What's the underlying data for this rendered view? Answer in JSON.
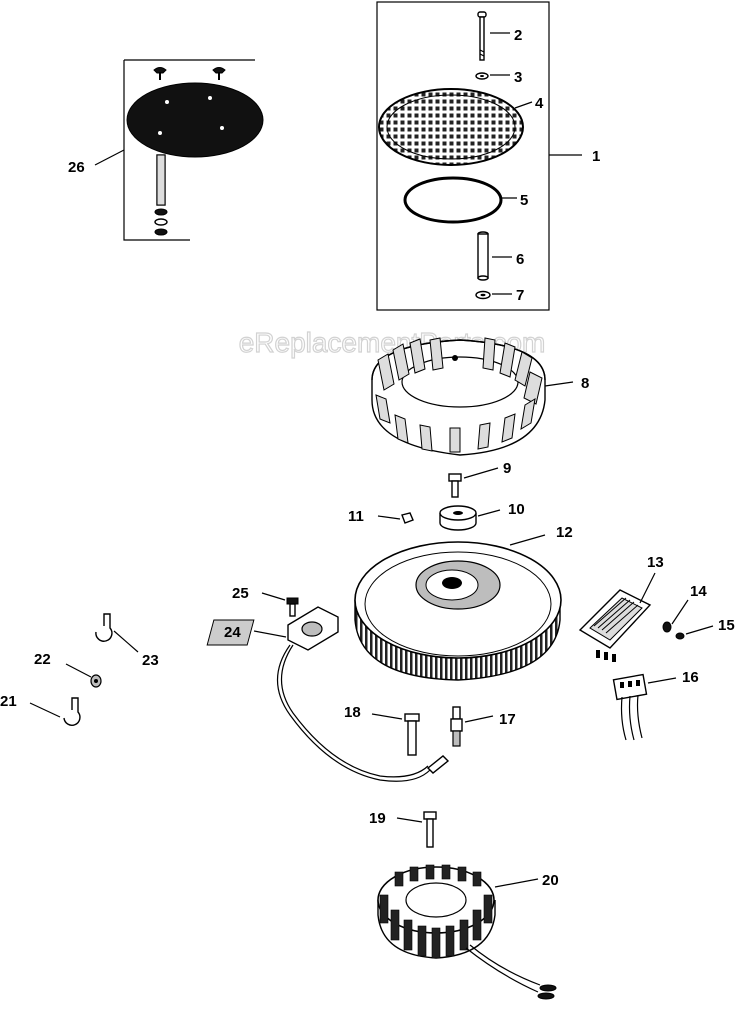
{
  "watermark": "eReplacementParts.com",
  "callouts": [
    "1",
    "2",
    "3",
    "4",
    "5",
    "6",
    "7",
    "8",
    "9",
    "10",
    "11",
    "12",
    "13",
    "14",
    "15",
    "16",
    "17",
    "18",
    "19",
    "20",
    "21",
    "22",
    "23",
    "24",
    "25",
    "26"
  ]
}
